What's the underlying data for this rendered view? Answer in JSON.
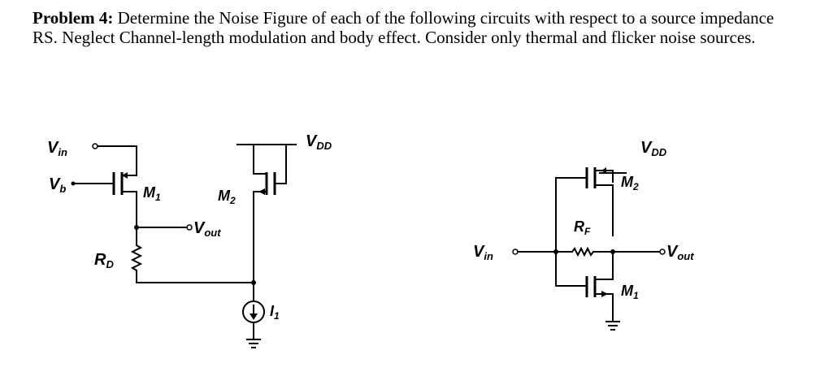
{
  "problem": {
    "heading": "Problem 4:",
    "text": " Determine the Noise Figure of each of the following circuits with respect to a source impedance RS. Neglect Channel-length modulation and body effect. Consider only thermal and flicker noise sources."
  },
  "circuit1": {
    "vin": {
      "main": "V",
      "sub": "in"
    },
    "vb": {
      "main": "V",
      "sub": "b"
    },
    "m1": {
      "main": "M",
      "sub": "1"
    },
    "m2": {
      "main": "M",
      "sub": "2"
    },
    "vdd": {
      "main": "V",
      "sub": "DD"
    },
    "vout": {
      "main": "V",
      "sub": "out"
    },
    "rd": {
      "main": "R",
      "sub": "D"
    },
    "i1": {
      "main": "I",
      "sub": "1"
    }
  },
  "circuit2": {
    "vin": {
      "main": "V",
      "sub": "in"
    },
    "vdd": {
      "main": "V",
      "sub": "DD"
    },
    "m2": {
      "main": "M",
      "sub": "2"
    },
    "rf": {
      "main": "R",
      "sub": "F"
    },
    "vout": {
      "main": "V",
      "sub": "out"
    },
    "m1": {
      "main": "M",
      "sub": "1"
    }
  }
}
